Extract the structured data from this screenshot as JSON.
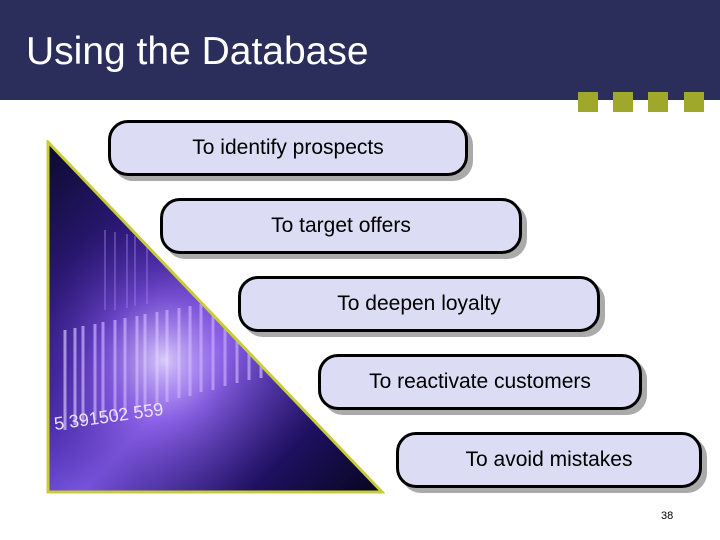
{
  "slide": {
    "title": "Using the Database",
    "page_number": "38"
  },
  "items": [
    {
      "label": "To identify prospects"
    },
    {
      "label": "To target offers"
    },
    {
      "label": "To deepen loyalty"
    },
    {
      "label": "To reactivate customers"
    },
    {
      "label": "To avoid mistakes"
    }
  ],
  "photo": {
    "barcode_digits": "5 391502 559"
  },
  "colors": {
    "header_bg": "#2b2e5a",
    "accent": "#9fa82b",
    "pill_fill": "#dcdcf4"
  }
}
